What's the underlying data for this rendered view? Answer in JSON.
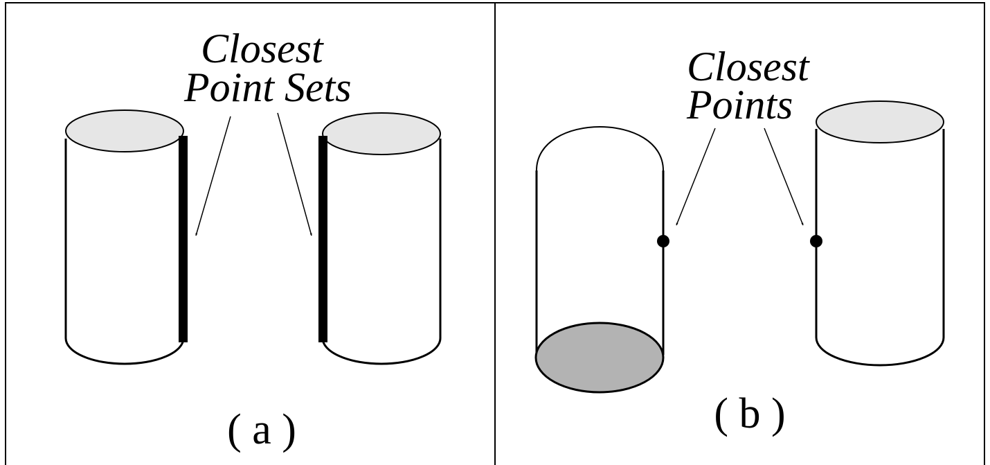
{
  "panel_a": {
    "label_line1": "Closest",
    "label_line2": "Point Sets",
    "caption": "( a )"
  },
  "panel_b": {
    "label_line1": "Closest",
    "label_line2": "Points",
    "caption": "( b )"
  },
  "colors": {
    "stroke": "#000000",
    "cap_light": "#e6e6e6",
    "cap_dark": "#b3b3b3",
    "background": "#ffffff"
  }
}
